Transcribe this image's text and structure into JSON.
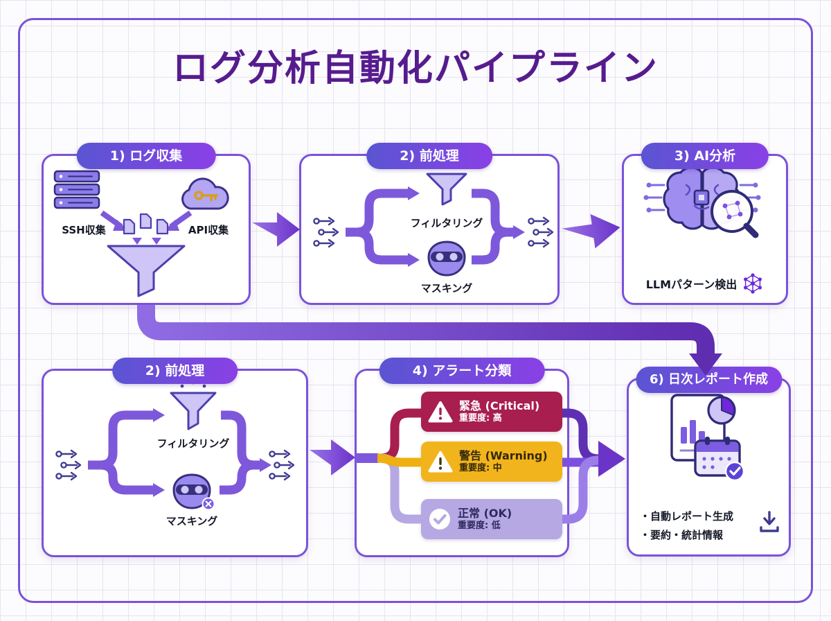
{
  "title": "ログ分析自動化パイプライン",
  "colors": {
    "accent_purple": "#7a52d9",
    "arrow_purple": "#7e58da",
    "critical": "#a81e4f",
    "warning": "#f2b41c",
    "ok": "#b5a8e3"
  },
  "pipeline": {
    "collect": {
      "header": "1) ログ収集",
      "ssh": "SSH収集",
      "api": "API収集"
    },
    "preprocess_top": {
      "header": "2) 前処理",
      "filter": "フィルタリング",
      "mask": "マスキング"
    },
    "ai": {
      "header": "3) AI分析",
      "detect": "LLMパターン検出"
    },
    "preprocess_bottom": {
      "header": "2) 前処理",
      "filter": "フィルタリング",
      "mask": "マスキング"
    },
    "alerts": {
      "header": "4) アラート分類",
      "levels": [
        {
          "label": "緊急 (Critical)",
          "severity": "重要度: 高"
        },
        {
          "label": "警告 (Warning)",
          "severity": "重要度: 中"
        },
        {
          "label": "正常 (OK)",
          "severity": "重要度: 低"
        }
      ]
    },
    "report": {
      "header": "6) 日次レポート作成",
      "bullets": [
        "・自動レポート生成",
        "・要約・統計情報"
      ]
    }
  },
  "icons": {
    "collect": [
      "server-icon",
      "cloud-api-icon",
      "key-icon",
      "document-icons",
      "funnel-icon"
    ],
    "preprocess": [
      "flow-in-icon",
      "filter-funnel-icon",
      "mask-icon",
      "flow-out-icon"
    ],
    "ai": [
      "brain-circuit-icon",
      "magnifier-icon",
      "network-graph-icon"
    ],
    "alerts": [
      "critical-warning-icon",
      "warning-triangle-icon",
      "ok-check-icon"
    ],
    "report": [
      "report-document-icon",
      "bar-chart-icon",
      "pie-chart-icon",
      "calendar-check-icon",
      "download-icon"
    ]
  }
}
